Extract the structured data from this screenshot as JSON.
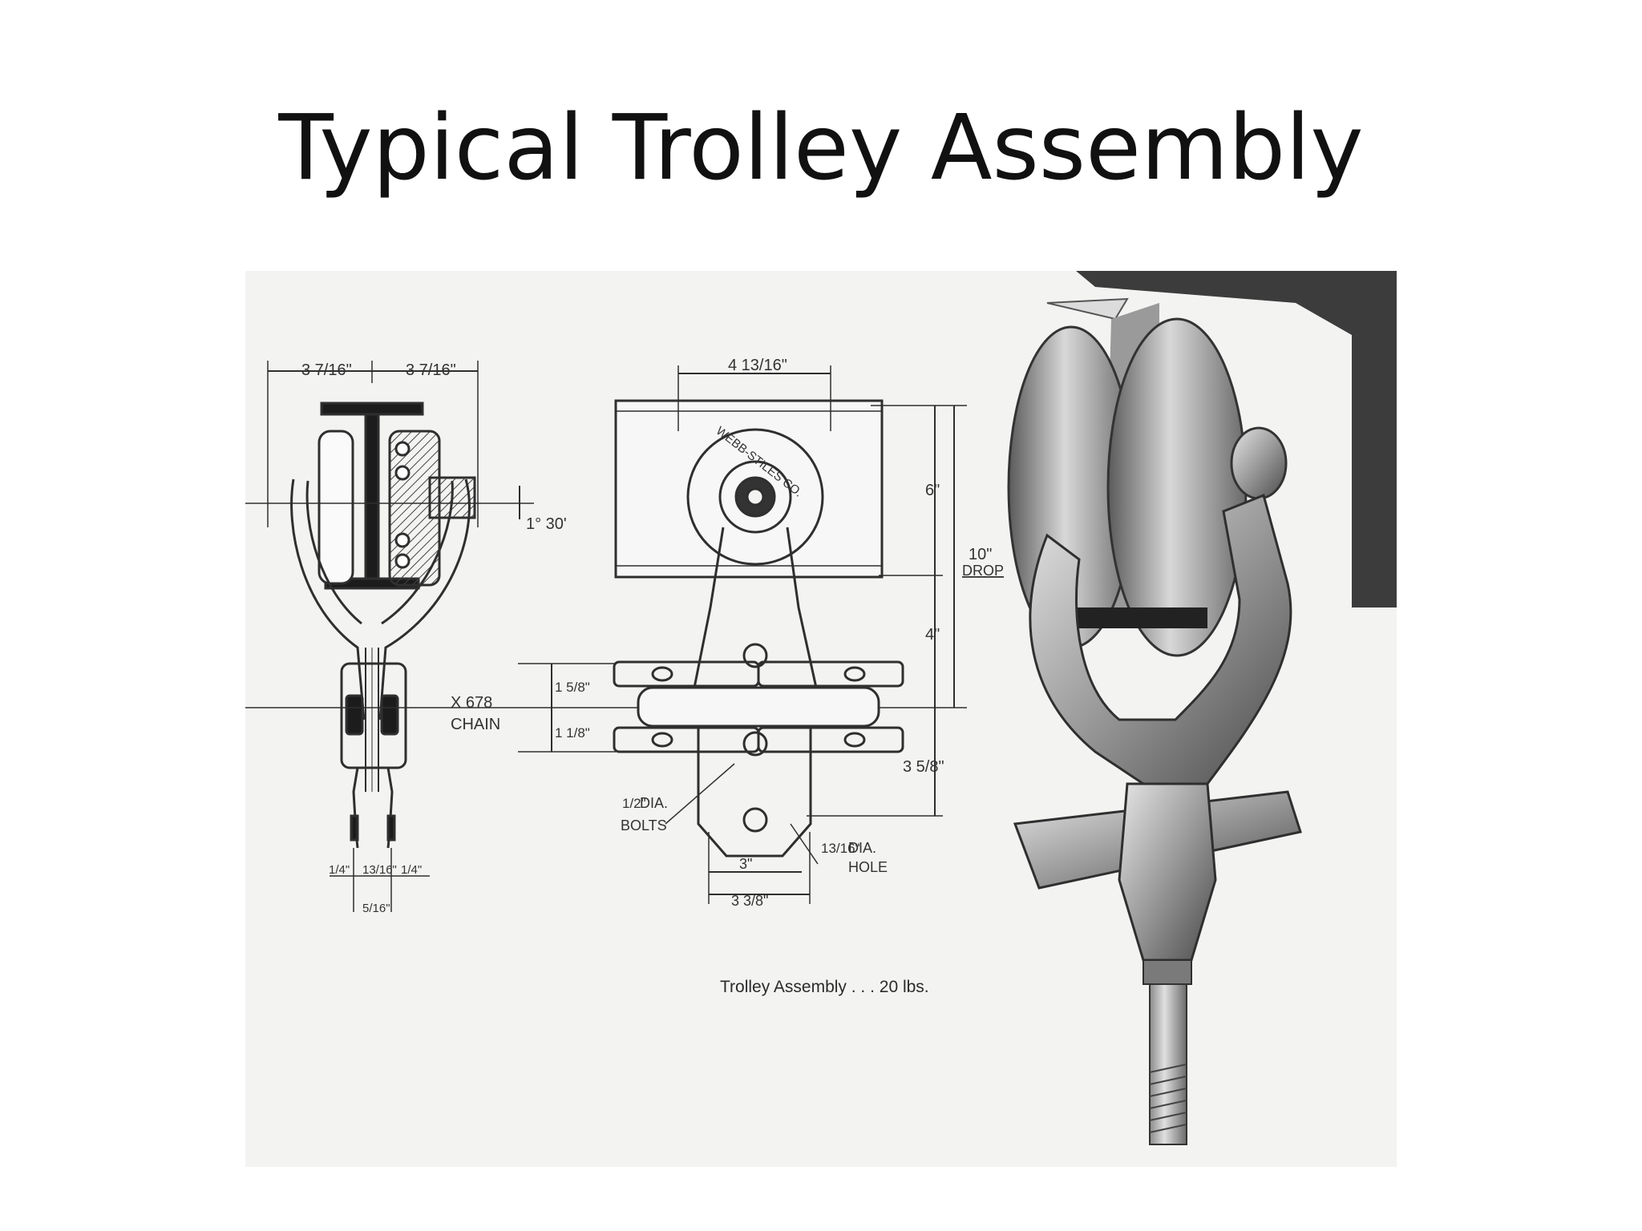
{
  "slide": {
    "title": "Typical Trolley Assembly"
  },
  "figure": {
    "caption": "Trolley Assembly . . . 20 lbs.",
    "wheel_marking": "WEBB-STILES CO.",
    "labels": {
      "chain_type": "X 678",
      "chain": "CHAIN",
      "drop": "DROP",
      "dia_1": "DIA.",
      "bolts": "BOLTS",
      "dia_2": "DIA.",
      "hole": "HOLE"
    },
    "dimensions": {
      "side_left_width": "3 7/16\"",
      "side_right_width": "3 7/16\"",
      "angle": "1° 30'",
      "bottom_quarter_left": "1/4\"",
      "bottom_13_16": "13/16\"",
      "bottom_quarter_right": "1/4\"",
      "bottom_5_16": "5/16\"",
      "top_width": "4 13/16\"",
      "six_inch": "6\"",
      "ten_inch": "10\"",
      "four_inch": "4\"",
      "chain_gap_upper": "1 5/8\"",
      "chain_gap_lower": "1 1/8\"",
      "three_5_8": "3 5/8\"",
      "three_inch": "3\"",
      "three_3_8": "3 3/8\"",
      "bolt_size": "1/2\"",
      "hole_size": "13/16\""
    }
  },
  "colors": {
    "background": "#ffffff",
    "figure_bg": "#f3f3f2",
    "ink": "#2f2f2f",
    "photo_dark": "#3f3f3f"
  }
}
